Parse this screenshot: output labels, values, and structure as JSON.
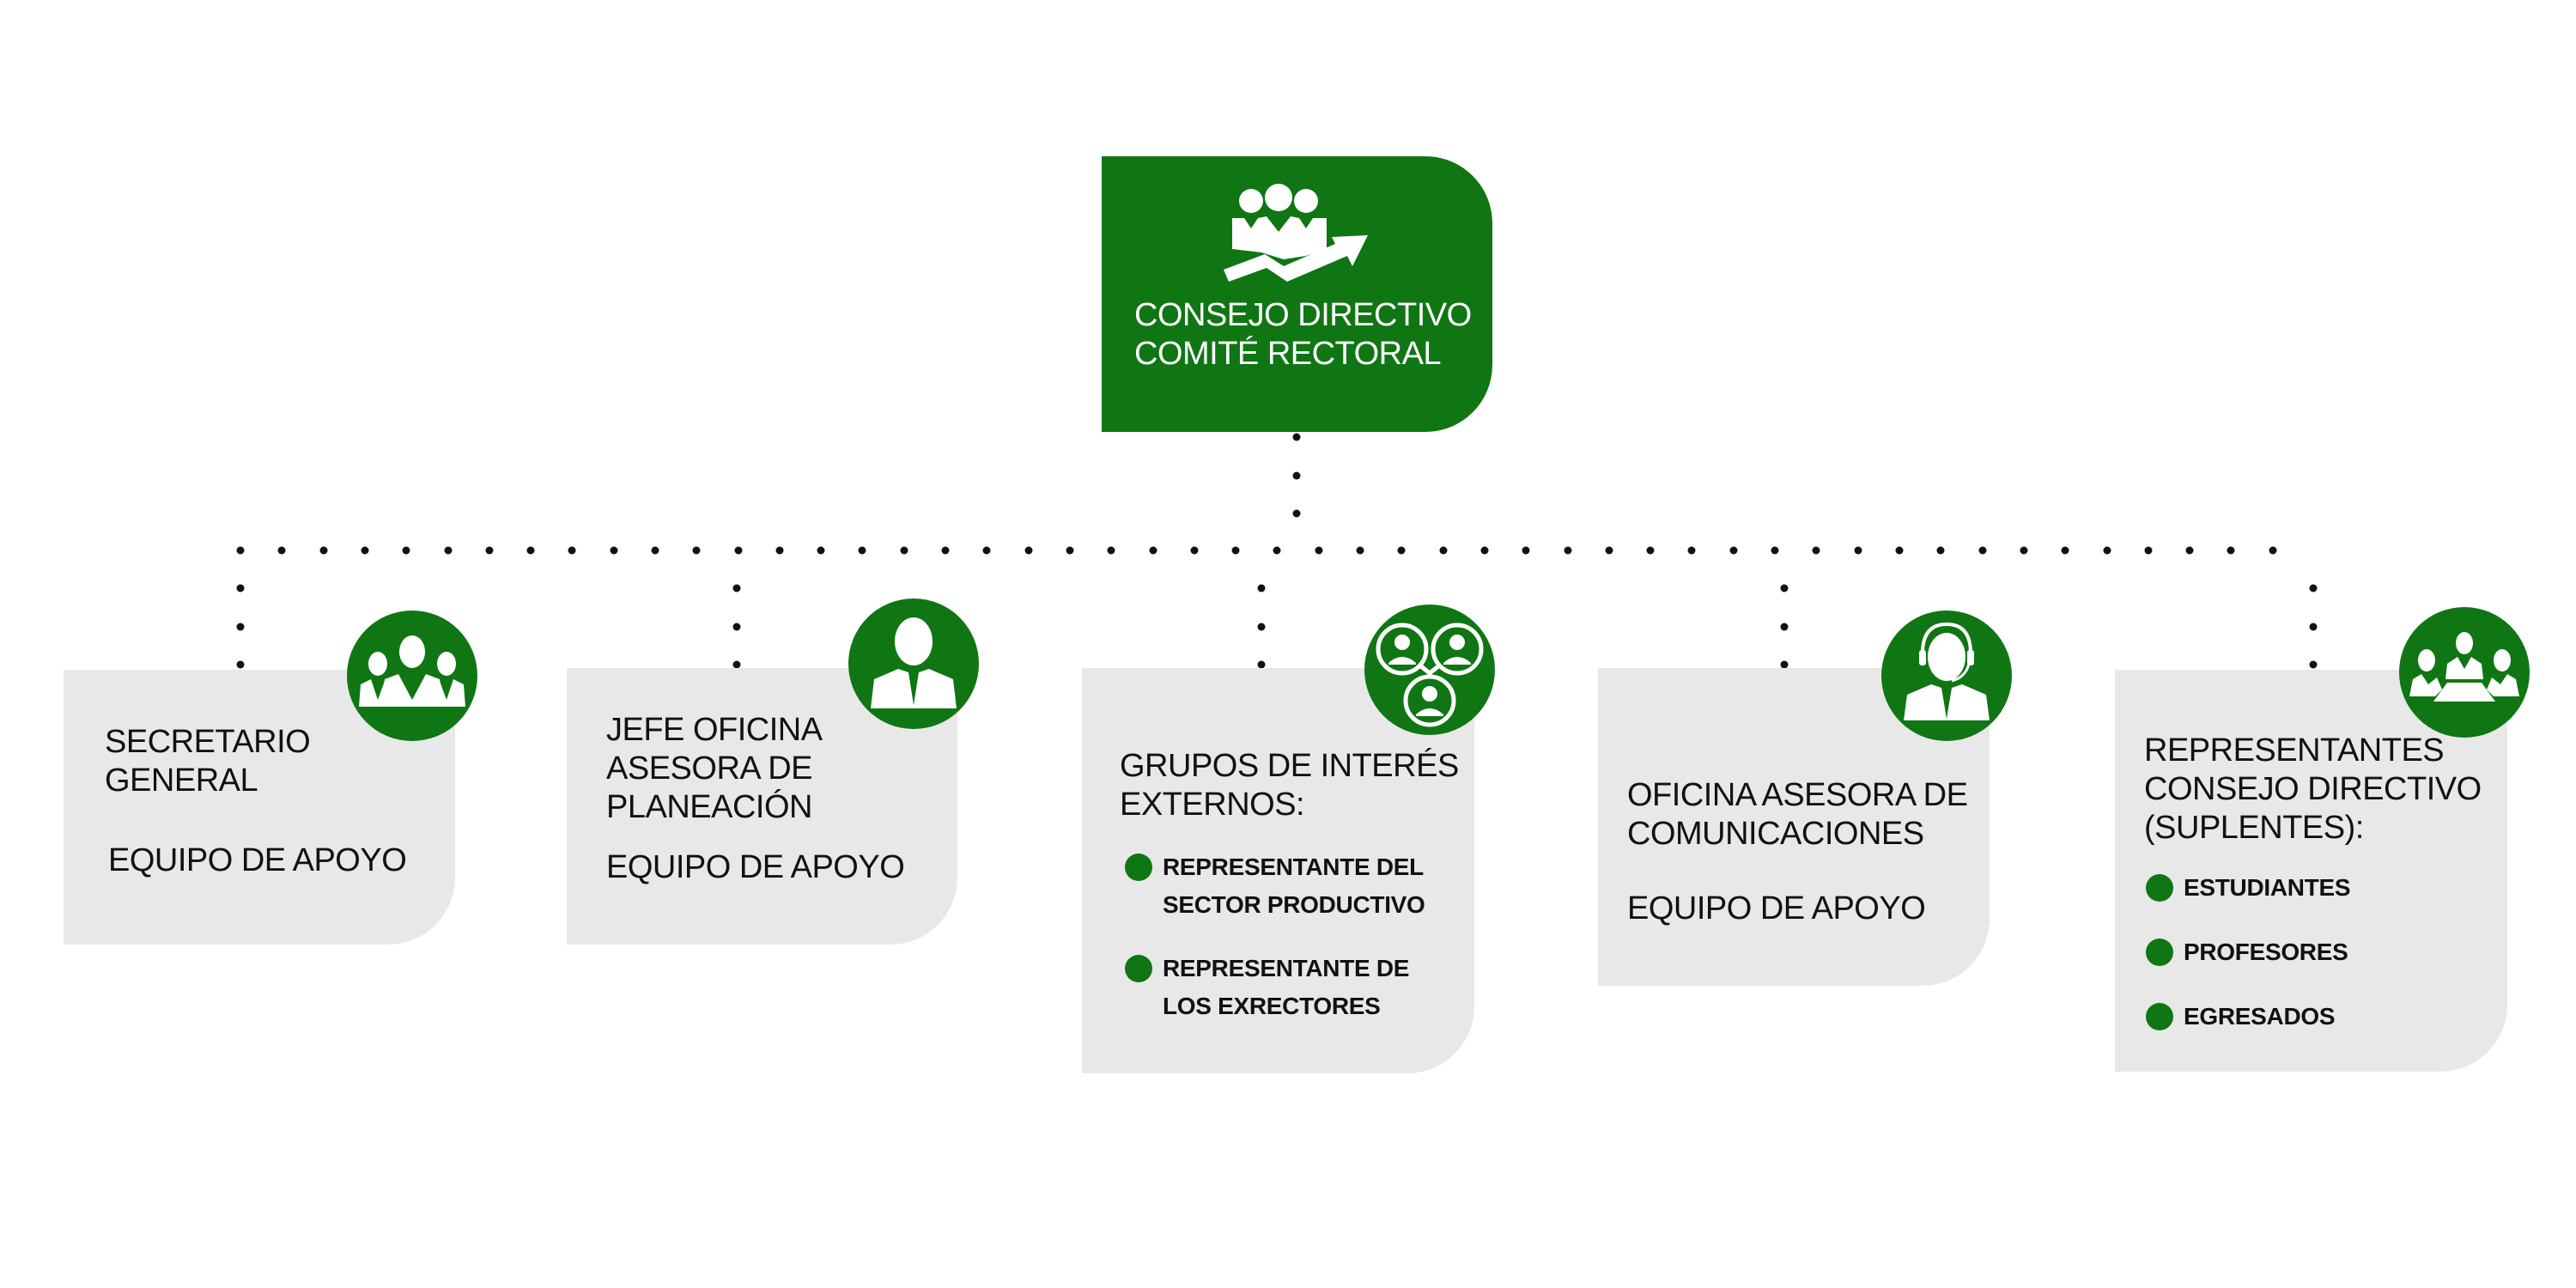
{
  "colors": {
    "accent_green": "#0f7613",
    "card_gray": "#e8e8e8",
    "text_dark": "#111111",
    "text_light": "#ffffff",
    "connector_dot": "#111111"
  },
  "root": {
    "icon": "team-growth-arrow-icon",
    "title": "CONSEJO DIRECTIVO\nCOMITÉ RECTORAL"
  },
  "nodes": [
    {
      "icon": "group-of-people-icon",
      "title": "SECRETARIO\nGENERAL",
      "subtitle": "EQUIPO DE APOYO"
    },
    {
      "icon": "person-business-icon",
      "title": "JEFE OFICINA\nASESORA DE\nPLANEACIÓN",
      "subtitle": "EQUIPO DE APOYO"
    },
    {
      "icon": "connected-people-network-icon",
      "title": "GRUPOS DE INTERÉS\nEXTERNOS:",
      "items": [
        "REPRESENTANTE DEL\nSECTOR PRODUCTIVO",
        "REPRESENTANTE DE\nLOS EXRECTORES"
      ]
    },
    {
      "icon": "headset-agent-icon",
      "title": "OFICINA ASESORA DE\nCOMUNICACIONES",
      "subtitle": "EQUIPO DE APOYO"
    },
    {
      "icon": "meeting-table-icon",
      "title": "REPRESENTANTES\nCONSEJO DIRECTIVO\n(SUPLENTES):",
      "items": [
        "ESTUDIANTES",
        "PROFESORES",
        "EGRESADOS"
      ]
    }
  ]
}
